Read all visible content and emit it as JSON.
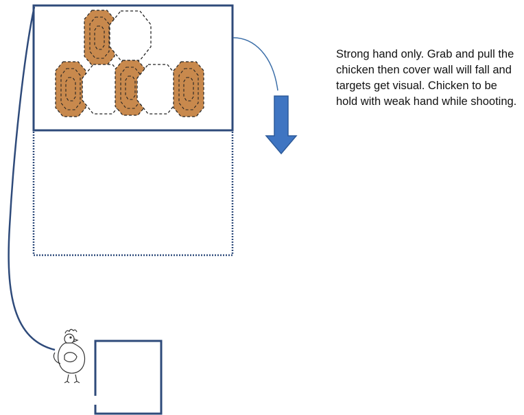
{
  "colors": {
    "frame": "#2e4a7a",
    "cable": "#3b6ea8",
    "arrow": "#3f75c2",
    "arrow_edge": "#2d5a99",
    "target_fill": "#c8894d",
    "no_shoot_fill": "#ffffff",
    "dash": "#222222"
  },
  "note": {
    "text": "Strong hand only. Grab and pull the chicken then cover wall will fall and targets get visual. Chicken to be hold with weak hand while shooting."
  },
  "targets": [
    {
      "type": "shoot",
      "row": "top"
    },
    {
      "type": "no-shoot",
      "row": "top"
    },
    {
      "type": "shoot",
      "row": "bottom"
    },
    {
      "type": "no-shoot",
      "row": "bottom"
    },
    {
      "type": "shoot",
      "row": "bottom"
    },
    {
      "type": "no-shoot",
      "row": "bottom"
    },
    {
      "type": "shoot",
      "row": "bottom"
    }
  ],
  "icons": {
    "chicken": "chicken-icon",
    "arrow": "arrow-down-icon"
  }
}
